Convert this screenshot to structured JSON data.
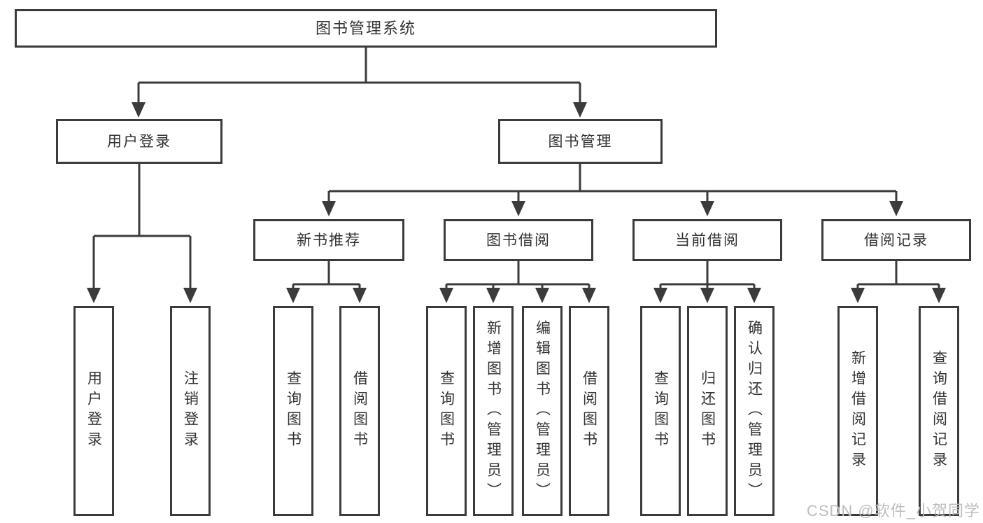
{
  "tree": {
    "label": "图书管理系统",
    "children": [
      {
        "label": "用户登录",
        "children": [
          {
            "label": "用户登录"
          },
          {
            "label": "注销登录"
          }
        ]
      },
      {
        "label": "图书管理",
        "children": [
          {
            "label": "新书推荐",
            "children": [
              {
                "label": "查询图书"
              },
              {
                "label": "借阅图书"
              }
            ]
          },
          {
            "label": "图书借阅",
            "children": [
              {
                "label": "查询图书"
              },
              {
                "label": "新增图书（管理员）"
              },
              {
                "label": "编辑图书（管理员）"
              },
              {
                "label": "借阅图书"
              }
            ]
          },
          {
            "label": "当前借阅",
            "children": [
              {
                "label": "查询图书"
              },
              {
                "label": "归还图书"
              },
              {
                "label": "确认归还（管理员）"
              }
            ]
          },
          {
            "label": "借阅记录",
            "children": [
              {
                "label": "新增借阅记录"
              },
              {
                "label": "查询借阅记录"
              }
            ]
          }
        ]
      }
    ]
  },
  "watermark": {
    "text": "CSDN @软件_小贺同学"
  },
  "colors": {
    "line": "#3b3b3b",
    "text": "#333333",
    "watermark": "#bdbdbd",
    "background": "#ffffff"
  }
}
